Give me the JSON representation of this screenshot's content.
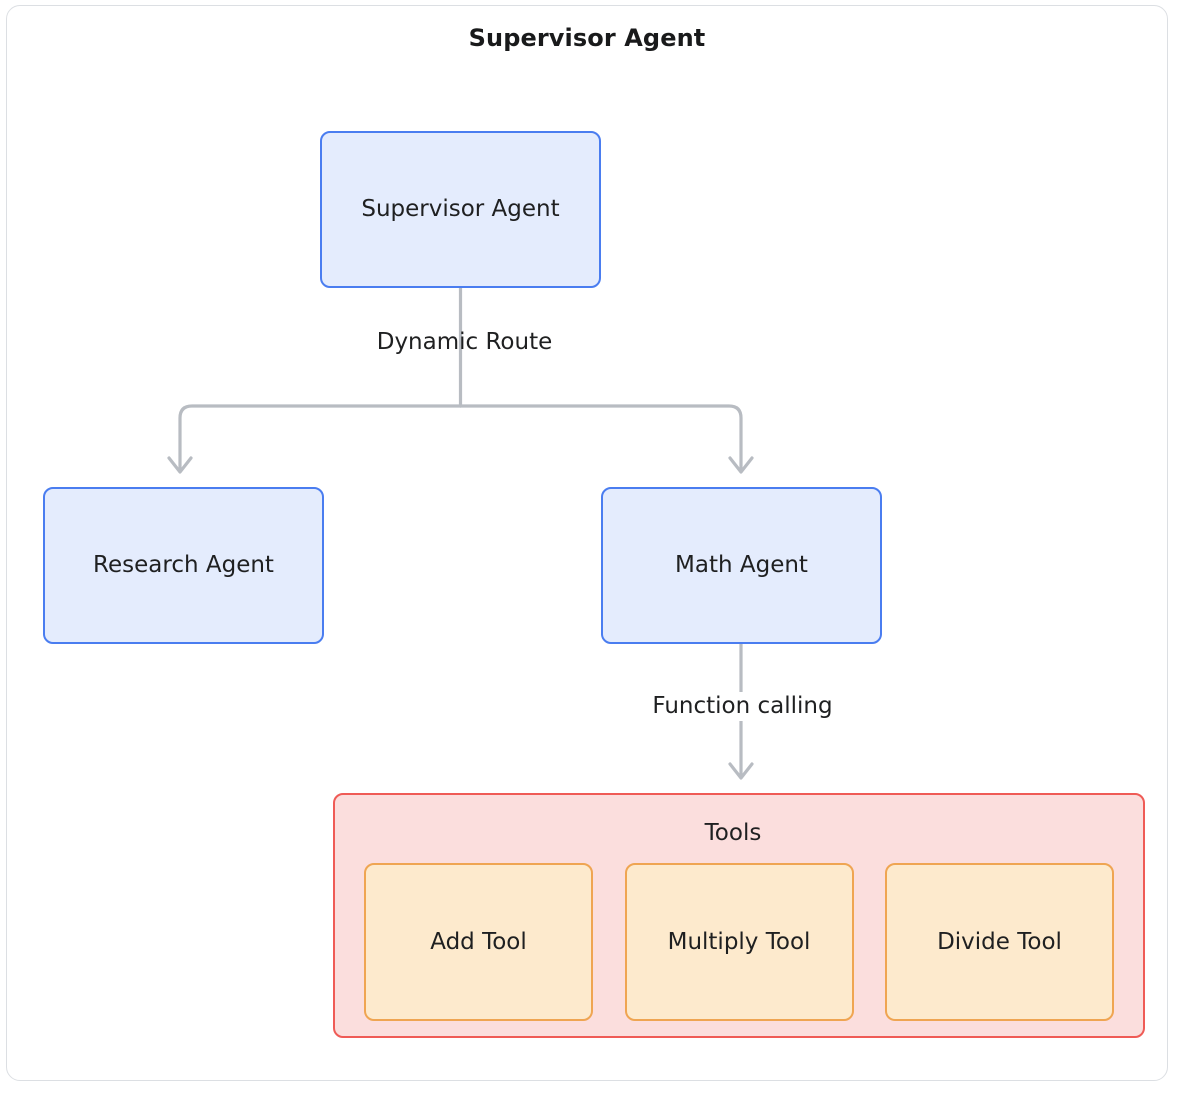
{
  "frame": {
    "title": "Supervisor Agent"
  },
  "diagram": {
    "type": "flowchart",
    "direction": "top-down",
    "nodes": [
      {
        "id": "supervisor",
        "label": "Supervisor Agent",
        "kind": "agent"
      },
      {
        "id": "research",
        "label": "Research Agent",
        "kind": "agent"
      },
      {
        "id": "math",
        "label": "Math Agent",
        "kind": "agent"
      }
    ],
    "cluster": {
      "id": "tools",
      "label": "Tools",
      "tools": [
        {
          "id": "add",
          "label": "Add Tool"
        },
        {
          "id": "multiply",
          "label": "Multiply Tool"
        },
        {
          "id": "divide",
          "label": "Divide Tool"
        }
      ]
    },
    "edges": [
      {
        "from": "supervisor",
        "to": "research",
        "label": "Dynamic Route"
      },
      {
        "from": "supervisor",
        "to": "math",
        "label": ""
      },
      {
        "from": "math",
        "to": "tools",
        "label": "Function calling"
      }
    ],
    "edge_labels": {
      "dynamic_route": "Dynamic Route",
      "function_calling": "Function calling"
    }
  },
  "colors": {
    "frame_border": "#dcdfe3",
    "agent_fill": "#e4ecfd",
    "agent_border": "#4a7df0",
    "cluster_fill": "#fbdedd",
    "cluster_border": "#ef5b56",
    "tool_fill": "#fdeacd",
    "tool_border": "#efa552",
    "edge_stroke": "#b8bcc2",
    "text": "#1f2021"
  }
}
